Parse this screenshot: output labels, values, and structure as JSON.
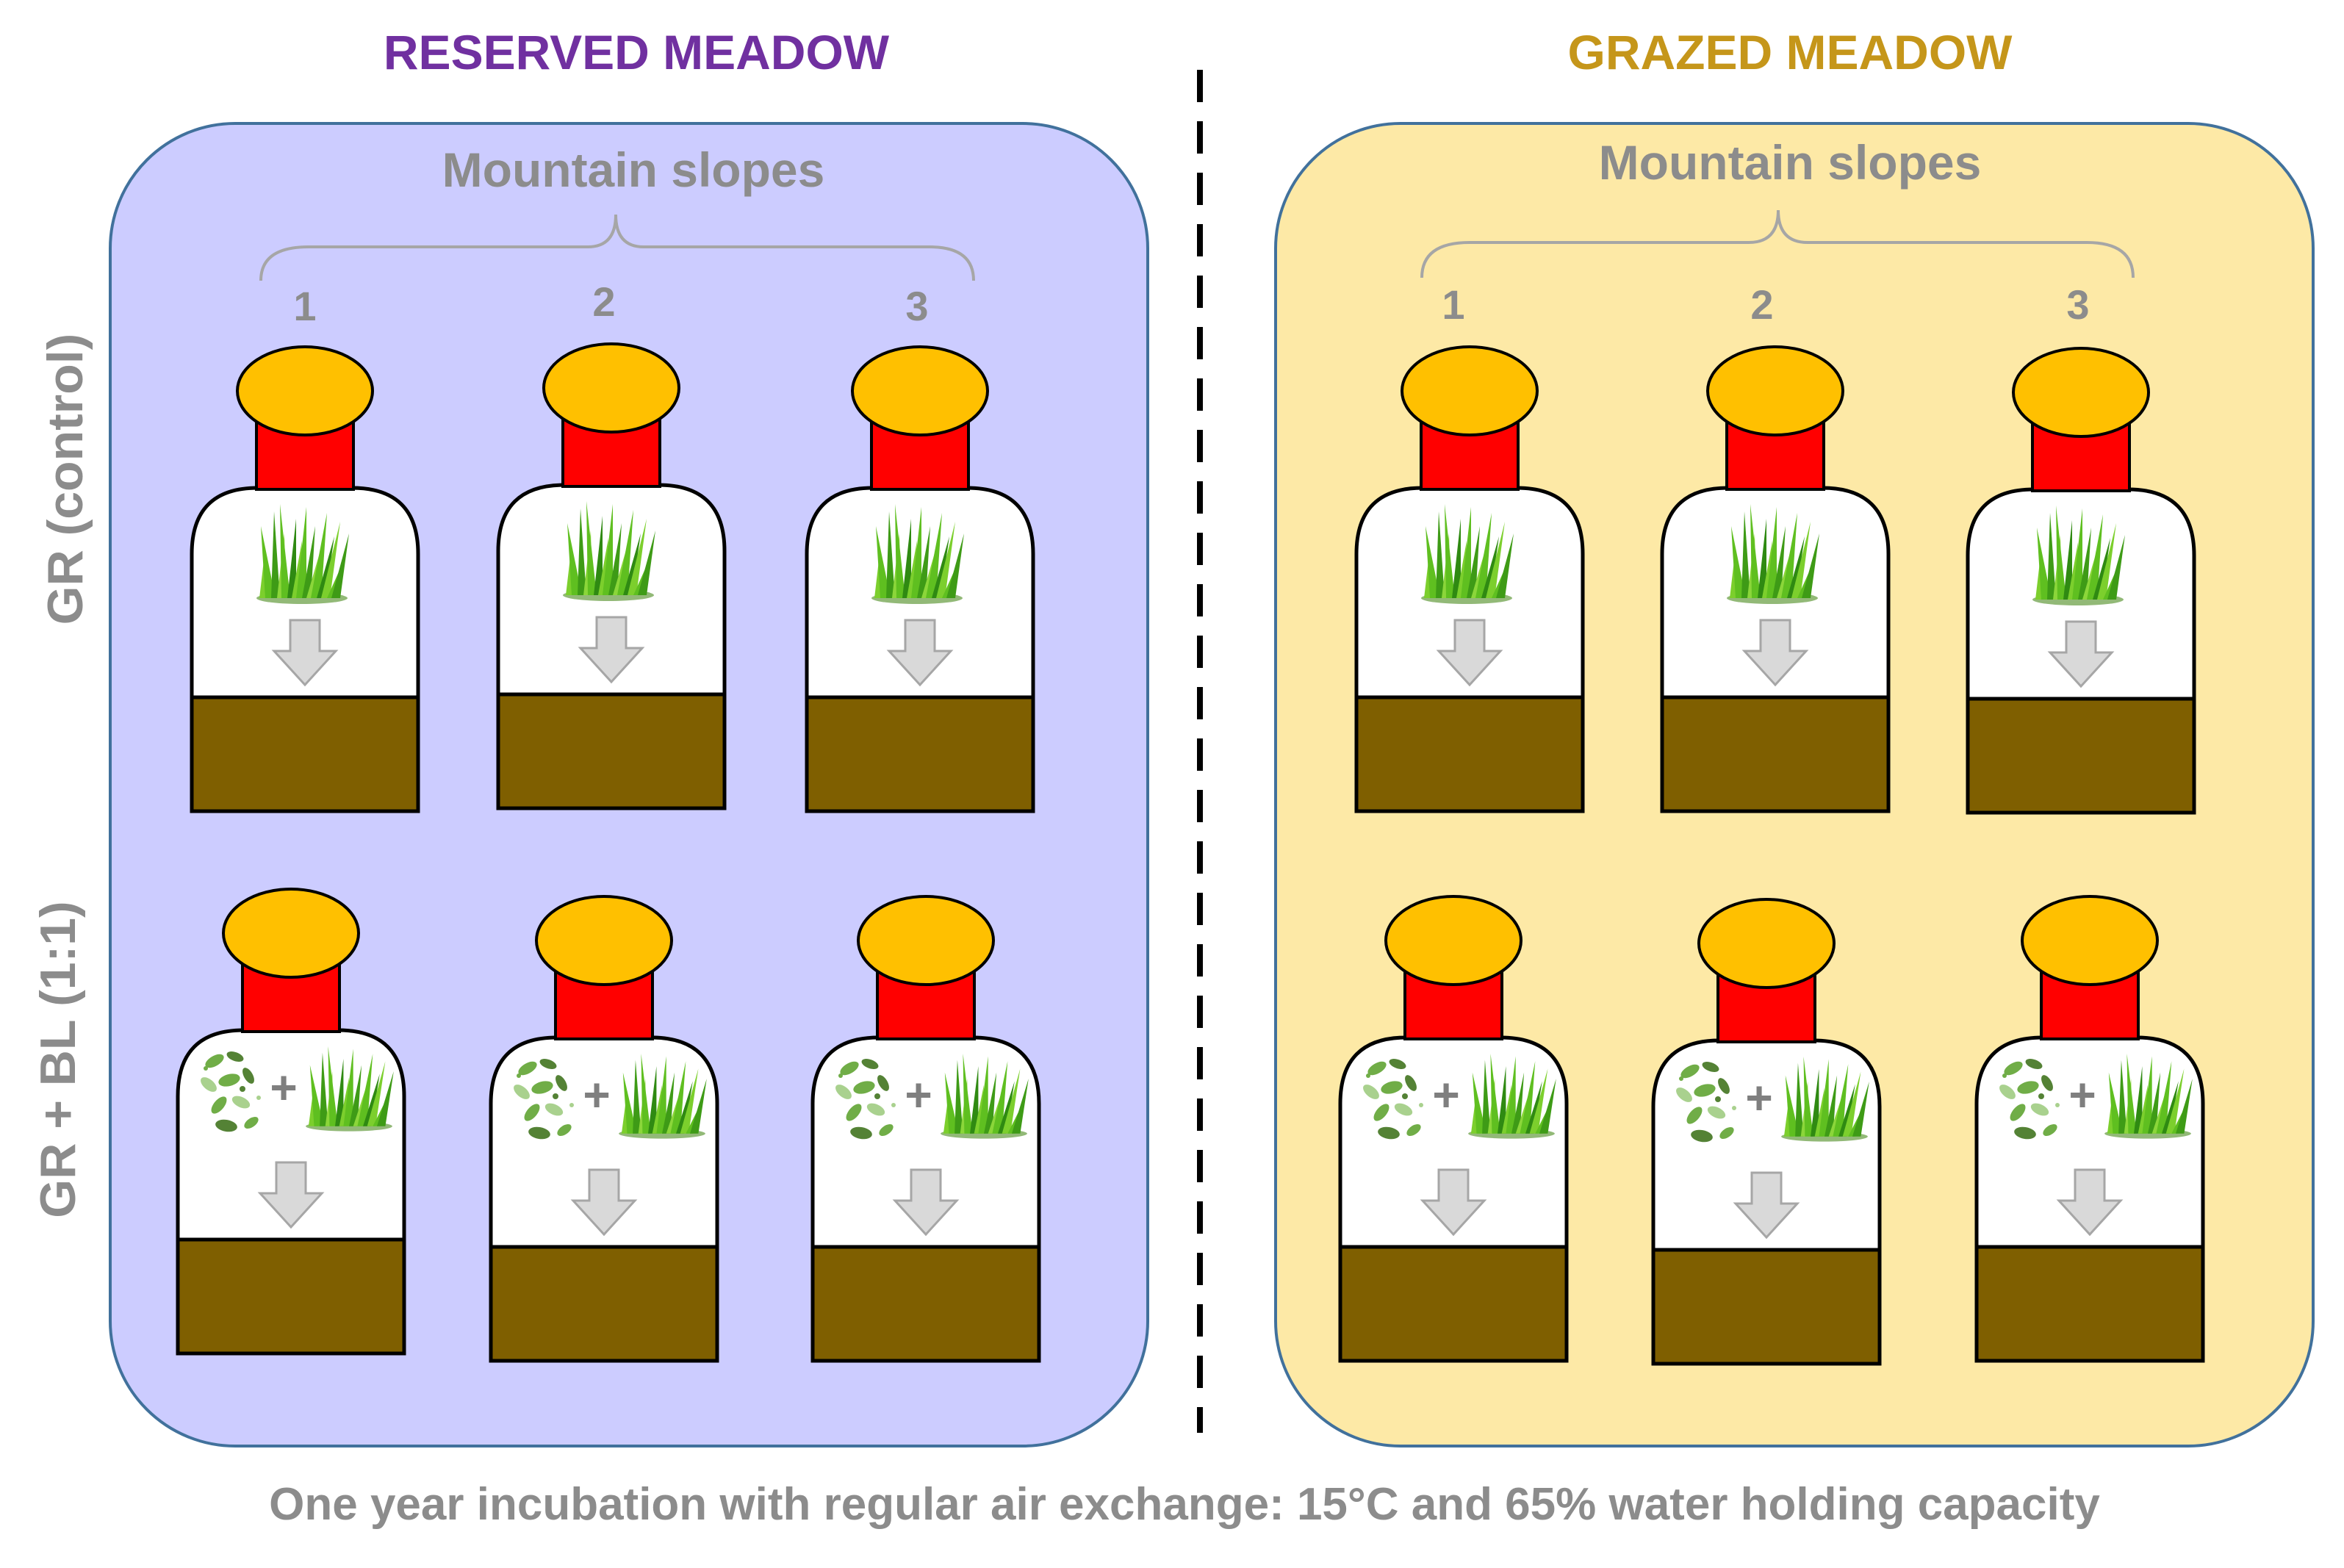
{
  "reserved": {
    "title": "RESERVED MEADOW",
    "title_color": "#7030a0",
    "panel_color": "#ccccff",
    "slopes_label": "Mountain slopes",
    "slope_numbers": [
      "1",
      "2",
      "3"
    ]
  },
  "grazed": {
    "title": "GRAZED MEADOW",
    "title_color": "#c5961a",
    "panel_color": "#fde9a6",
    "slopes_label": "Mountain slopes",
    "slope_numbers": [
      "1",
      "2",
      "3"
    ]
  },
  "rows": {
    "control_label": "GR (control)",
    "mixed_label": "GR + BL (1:1)",
    "plus_sign": "+"
  },
  "caption": "One year incubation with regular air exchange: 15°C and 65% water holding capacity",
  "colors": {
    "cap": "#ffc000",
    "neck": "#ff0000",
    "soil": "#7f5f00",
    "arrow": "#d9d9d9",
    "grass": "#5fbf20",
    "leaf": "#70ad47"
  },
  "icons": {
    "jar": "incubation-jar-icon",
    "grass": "grass-icon",
    "leaves": "leaves-icon",
    "arrow": "down-arrow-icon"
  }
}
